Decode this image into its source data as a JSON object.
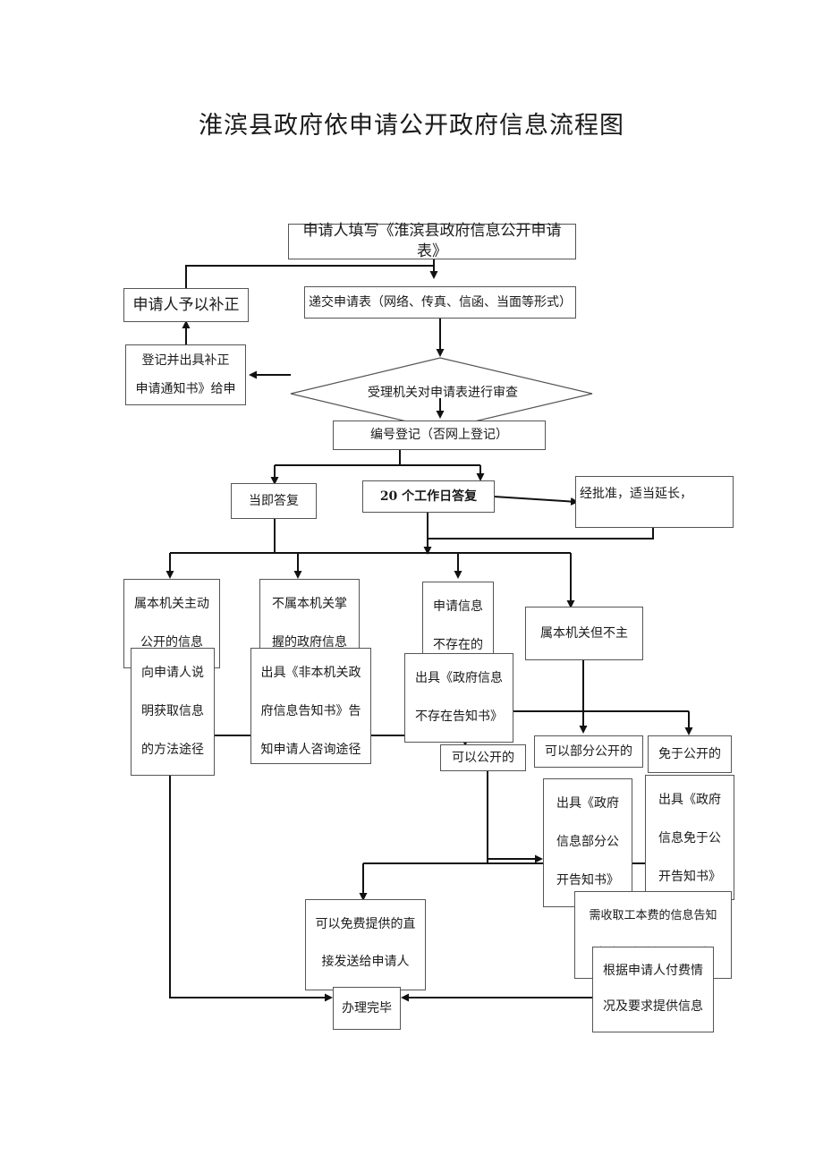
{
  "title": "淮滨县政府依申请公开政府信息流程图",
  "nodes": {
    "fill_form": "申请人填写《淮滨县政府信息公开申请表》",
    "submit": "递交申请表（网络、传真、信函、当面等形式）",
    "supplement": "申请人予以补正",
    "register_notice": "登记并出具补正\n申请通知书》给申",
    "review": "受理机关对申请表进行审查",
    "registration": "编号登记（否网上登记）",
    "immediate": "当即答复",
    "twenty_days": "20 个工作日答复",
    "extension": "经批准，适当延长，",
    "public_info": "属本机关主动\n公开的信息",
    "explain_method": "向申请人说\n明获取信息\n的方法途径",
    "not_own": "不属本机关掌\n握的政府信息",
    "not_own_notice": "出具《非本机关政\n府信息告知书》告\n知申请人咨询途径",
    "not_exist": "申请信息\n不存在的",
    "not_exist_notice": "出具《政府信息\n不存在告知书》",
    "own_not_public": "属本机关但不主",
    "can_public": "可以公开的",
    "partial_public": "可以部分公开的",
    "exempt": "免于公开的",
    "partial_notice": "出具《政府\n信息部分公\n开告知书》",
    "exempt_notice": "出具《政府\n信息免于公\n开告知书》",
    "free_provide": "可以免费提供的直\n接发送给申请人",
    "cost_notice": "需收取工本费的信息告知\n申请人交费标准，在申",
    "pay_provide": "根据申请人付费情\n况及要求提供信息",
    "done": "办理完毕"
  }
}
